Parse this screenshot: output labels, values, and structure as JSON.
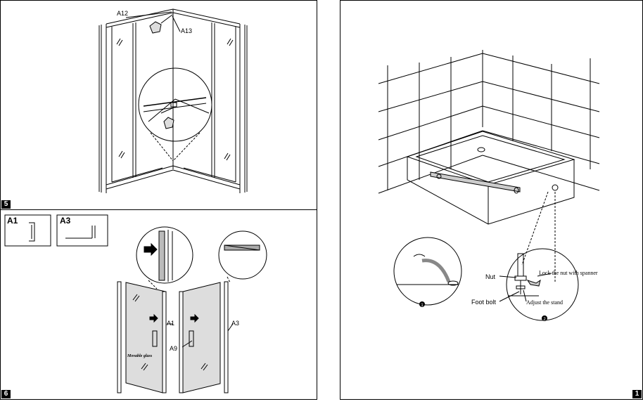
{
  "steps": {
    "step5": {
      "page_number": "5",
      "labels": {
        "a12": "A12",
        "a13": "A13"
      }
    },
    "step6": {
      "page_number": "6",
      "parts": {
        "a1": "A1",
        "a3": "A3"
      },
      "labels": {
        "a1": "A1",
        "a9": "A9",
        "a3": "A3",
        "movable_glass": "Movable glass"
      }
    }
  },
  "install": {
    "page_number": "1",
    "labels": {
      "nut": "Nut",
      "lock_nut": "Lock the nut with spanner",
      "foot_bolt": "Foot bolt",
      "adjust_stand": "Adjust the stand",
      "detail1": "1",
      "detail2": "2"
    }
  }
}
